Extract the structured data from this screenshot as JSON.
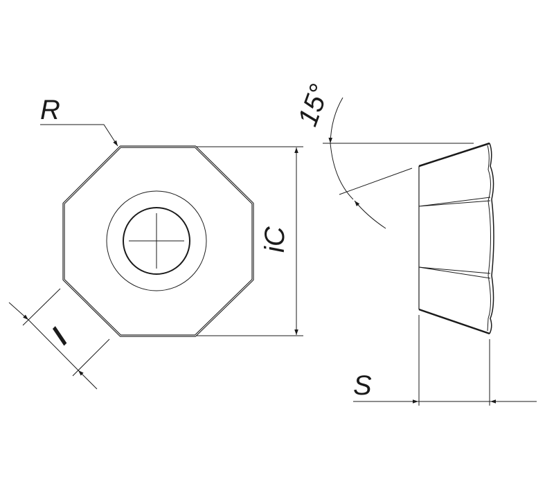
{
  "labels": {
    "radius": "R",
    "inscribed_circle": "iC",
    "edge_length": "l",
    "angle": "15°",
    "thickness": "S"
  },
  "colors": {
    "line": "#1a1a1a",
    "background": "#ffffff"
  }
}
